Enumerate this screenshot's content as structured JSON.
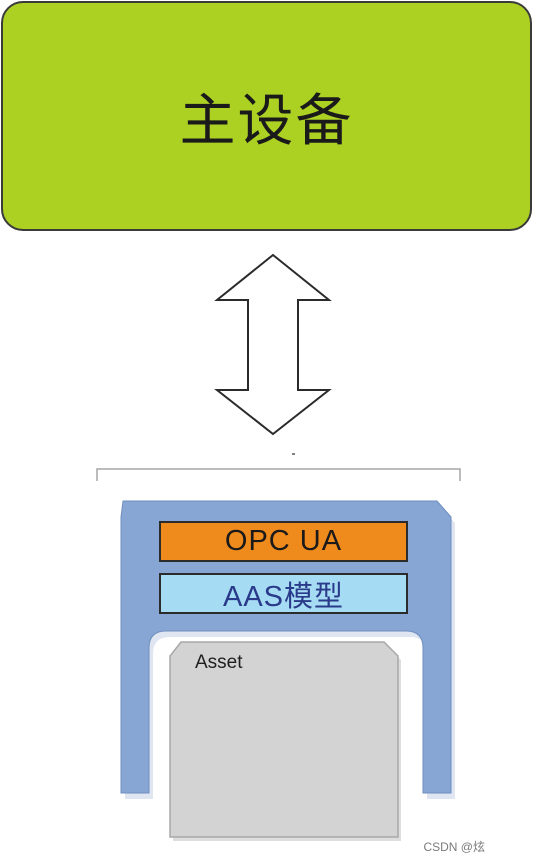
{
  "main_device": {
    "label": "主设备",
    "fill_color": "#acd123",
    "border_color": "#3a3a3a"
  },
  "connector": {
    "icon": "double-arrow-vertical-icon",
    "fill_color": "#ffffff",
    "stroke_color": "#2b2b2b"
  },
  "stack": {
    "frame_color": "#87a6d3",
    "layers": [
      {
        "label": "OPC UA",
        "fill_color": "#ef8a1d",
        "text_color": "#1a1a1a"
      },
      {
        "label": "AAS模型",
        "fill_color": "#a6dcf3",
        "text_color": "#2a3a8a"
      }
    ],
    "asset": {
      "label": "Asset",
      "fill_color": "#d3d3d3"
    }
  },
  "watermark": {
    "text": "CSDN @炫"
  }
}
